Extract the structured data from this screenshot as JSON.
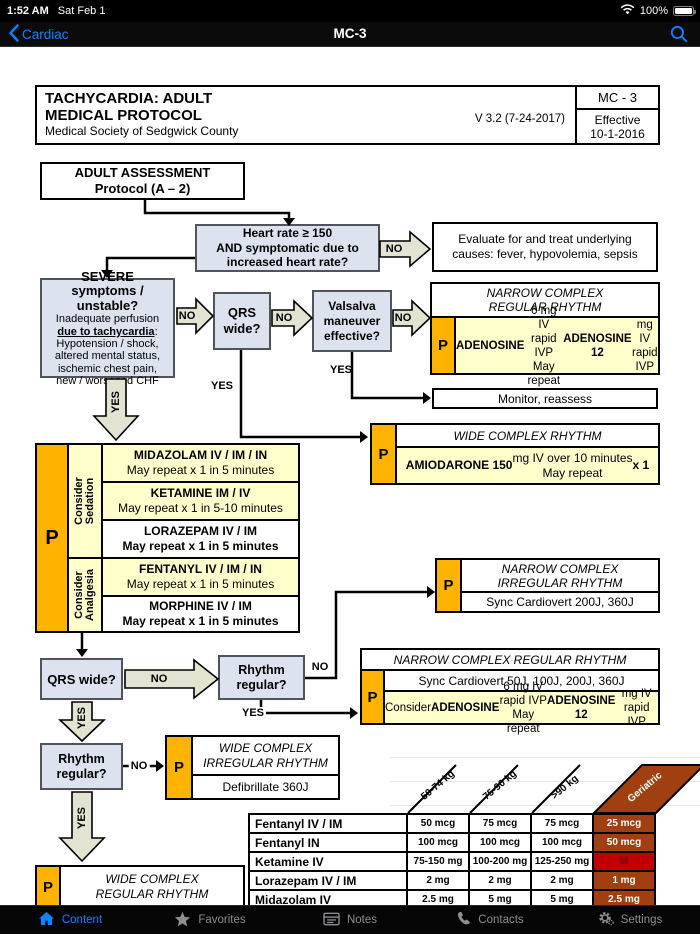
{
  "colors": {
    "accent": "#0a84ff",
    "p_orange": "#ffb301",
    "highlight_yellow": "#ffffcc",
    "decision_blue": "#dde3ee",
    "arrow_fill": "#e2e3d1",
    "geriatric_brown": "#a04010",
    "alert_red": "#c00000"
  },
  "status_bar": {
    "time": "1:52 AM",
    "date": "Sat Feb 1",
    "battery": "100%"
  },
  "nav_bar": {
    "back": "Cardiac",
    "title": "MC-3"
  },
  "doc": {
    "header": {
      "title_line1": "TACHYCARDIA:  ADULT",
      "title_line2": "MEDICAL PROTOCOL",
      "subtitle": "Medical Society of Sedgwick County",
      "version": "V 3.2 (7-24-2017)",
      "code": "MC - 3",
      "effective_label": "Effective",
      "effective_date": "10-1-2016"
    },
    "labels": {
      "yes": "YES",
      "no": "NO"
    },
    "boxes": {
      "assessment": "ADULT ASSESSMENT\nProtocol (A – 2)",
      "heart_rate": "Heart rate  ≥ 150\nAND symptomatic due to\nincreased heart rate?",
      "evaluate": "Evaluate for and treat underlying\ncauses:  fever, hypovolemia, sepsis",
      "severe_title": "SEVERE\nsymptoms /\nunstable?",
      "severe_detail": [
        {
          "t": "Inadequate perfusion\n"
        },
        {
          "t": "due to tachycardia",
          "b": true,
          "u": true
        },
        {
          "t": ":\nHypotension / shock,\naltered mental status,\nischemic chest pain,\nnew / worsened CHF"
        }
      ],
      "qrs1": "QRS\nwide?",
      "valsalva": "Valsalva\nmaneuver\neffective?",
      "monitor": "Monitor, reassess",
      "narrow_regular": {
        "title": "NARROW COMPLEX\nREGULAR RHYTHM",
        "p": "P",
        "body": [
          {
            "t": "ADENOSINE",
            "b": true
          },
          {
            "t": " 6 mg IV rapid IVP\nMay repeat "
          },
          {
            "t": "ADENOSINE 12",
            "b": true
          },
          {
            "t": " mg\nIV rapid IVP"
          }
        ]
      },
      "wide_rhythm": {
        "title": "WIDE COMPLEX RHYTHM",
        "p": "P",
        "body": [
          {
            "t": "AMIODARONE 150",
            "b": true
          },
          {
            "t": " mg IV over 10 minutes\nMay repeat "
          },
          {
            "t": "x 1",
            "b": true
          }
        ]
      },
      "narrow_irregular": {
        "title": "NARROW COMPLEX\nIRREGULAR RHYTHM",
        "p": "P",
        "body": "Sync Cardiovert 200J, 360J"
      },
      "qrs2": "QRS wide?",
      "rhythm1": "Rhythm\nregular?",
      "narrow_regular2": {
        "title": "NARROW COMPLEX REGULAR RHYTHM",
        "p": "P",
        "row1": "Sync Cardiovert 50J, 100J, 200J, 360J",
        "row2": [
          {
            "t": "Consider "
          },
          {
            "t": "ADENOSINE",
            "b": true
          },
          {
            "t": " 6 mg IV rapid IVP\nMay repeat "
          },
          {
            "t": "ADENOSINE 12",
            "b": true
          },
          {
            "t": " mg IV rapid IVP"
          }
        ]
      },
      "rhythm2": "Rhythm\nregular?",
      "wide_irregular": {
        "title": "WIDE COMPLEX\nIRREGULAR RHYTHM",
        "p": "P",
        "body": "Defibrillate 360J"
      },
      "wide_regular": {
        "title": "WIDE COMPLEX\nREGULAR RHYTHM",
        "p": "P"
      }
    },
    "sedation": {
      "p": "P",
      "group1": "Consider Sedation",
      "group2": "Consider\nAnalgesia",
      "rows": [
        {
          "line1": "MIDAZOLAM IV / IM / IN",
          "line2": "May repeat x 1 in 5 minutes"
        },
        {
          "line1": "KETAMINE IM / IV",
          "line2": "May repeat x 1 in 5-10 minutes"
        },
        {
          "line1": "LORAZEPAM IV / IM",
          "line2": "May repeat x 1 in 5 minutes"
        },
        {
          "line1": "FENTANYL IV / IM / IN",
          "line2": "May repeat x 1 in 5 minutes"
        },
        {
          "line1": "MORPHINE IV / IM",
          "line2": "May repeat x 1 in 5 minutes"
        }
      ]
    }
  },
  "dose_table": {
    "col_headers": [
      "50-74 kg",
      "75-90 kg",
      ">90 kg",
      "Geriatric"
    ],
    "rows": [
      {
        "label": "Fentanyl IV / IM",
        "values": [
          "50 mcg",
          "75 mcg",
          "75 mcg",
          "25 mcg"
        ]
      },
      {
        "label": "Fentanyl IN",
        "values": [
          "100 mcg",
          "100 mcg",
          "100 mcg",
          "50 mcg"
        ]
      },
      {
        "label": "Ketamine IV",
        "values": [
          "75-150 mg",
          "100-200 mg",
          "125-250 mg",
          "M"
        ]
      },
      {
        "label": "Lorazepam IV / IM",
        "values": [
          "2 mg",
          "2 mg",
          "2 mg",
          "1 mg"
        ]
      },
      {
        "label": "Midazolam IV",
        "values": [
          "2.5 mg",
          "5 mg",
          "5 mg",
          "2.5 mg"
        ]
      }
    ]
  },
  "tab_bar": {
    "items": [
      {
        "label": "Content"
      },
      {
        "label": "Favorites"
      },
      {
        "label": "Notes"
      },
      {
        "label": "Contacts"
      },
      {
        "label": "Settings"
      }
    ]
  }
}
